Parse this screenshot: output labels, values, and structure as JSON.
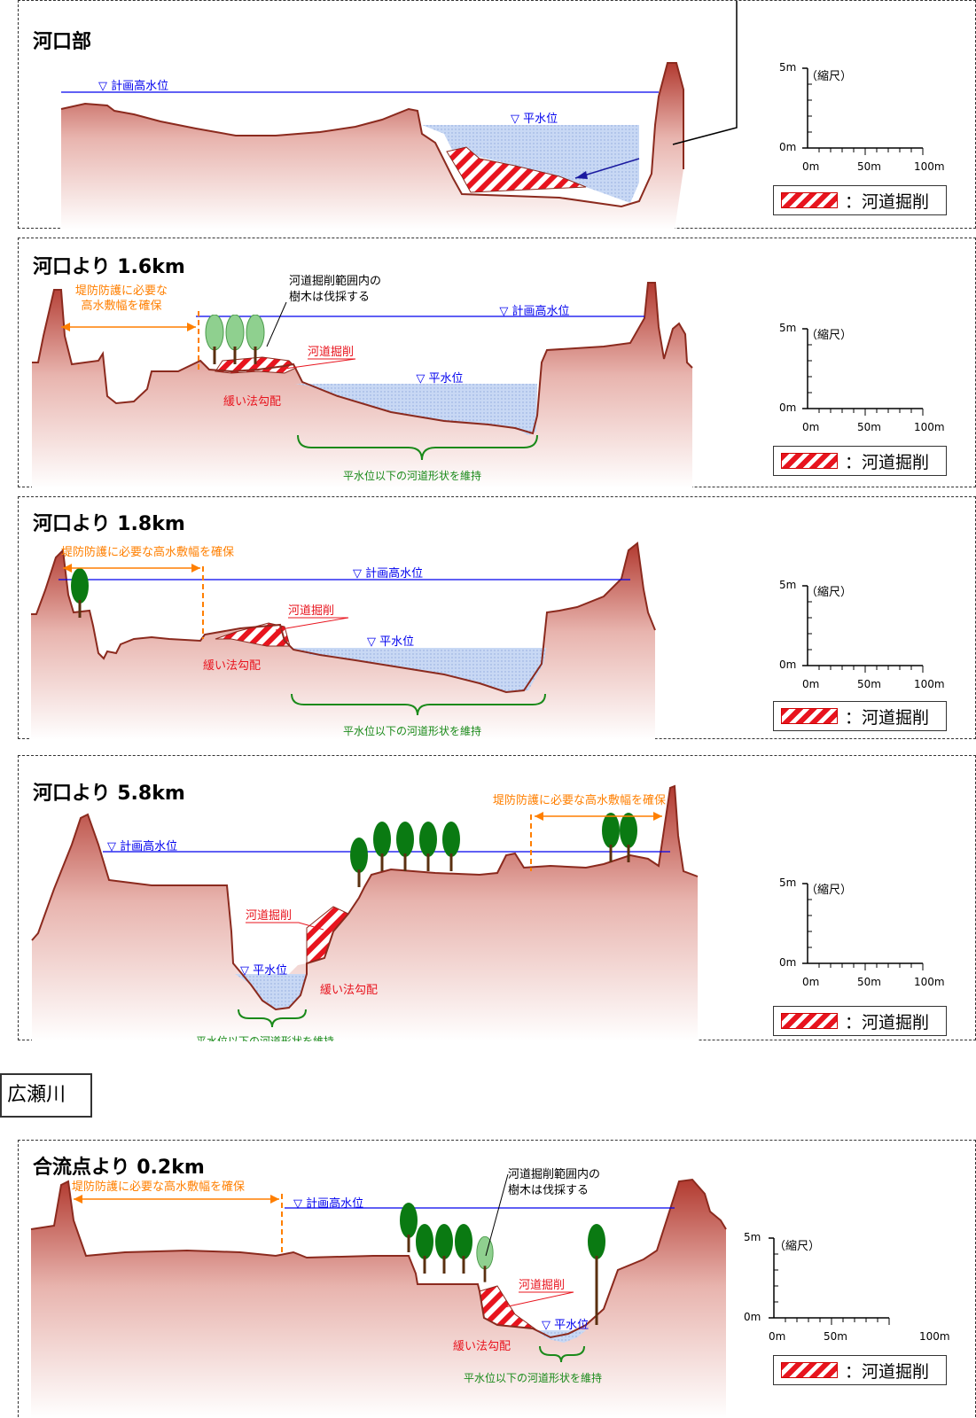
{
  "panels": [
    {
      "title": "河口部",
      "labels": {
        "hwl": "▽ 計画高水位",
        "nwl": "▽ 平水位"
      }
    },
    {
      "title": "河口より 1.6km",
      "labels": {
        "hwl": "▽ 計画高水位",
        "nwl": "▽ 平水位",
        "excav": "河道掘削",
        "slope": "緩い法勾配",
        "keep": "平水位以下の河道形状を維持",
        "tree1": "河道掘削範囲内の",
        "tree2": "樹木は伐採する",
        "secure1": "堤防防護に必要な",
        "secure2": "高水敷幅を確保"
      }
    },
    {
      "title": "河口より 1.8km",
      "labels": {
        "hwl": "▽ 計画高水位",
        "nwl": "▽ 平水位",
        "excav": "河道掘削",
        "slope": "緩い法勾配",
        "keep": "平水位以下の河道形状を維持",
        "secure": "堤防防護に必要な高水敷幅を確保"
      }
    },
    {
      "title": "河口より 5.8km",
      "labels": {
        "hwl": "▽ 計画高水位",
        "nwl": "▽ 平水位",
        "excav": "河道掘削",
        "slope": "緩い法勾配",
        "keep": "平水位以下の河道形状を維持",
        "secure": "堤防防護に必要な高水敷幅を確保"
      }
    },
    {
      "title": "合流点より 0.2km",
      "labels": {
        "hwl": "▽ 計画高水位",
        "nwl": "▽ 平水位",
        "excav": "河道掘削",
        "slope": "緩い法勾配",
        "keep": "平水位以下の河道形状を維持",
        "secure": "堤防防護に必要な高水敷幅を確保",
        "tree1": "河道掘削範囲内の",
        "tree2": "樹木は伐採する"
      }
    }
  ],
  "river_label": "広瀬川",
  "scale": {
    "label": "（縮尺）",
    "v_top": "5m",
    "v_bottom": "0m",
    "h0": "0m",
    "h1": "50m",
    "h2": "100m"
  },
  "legend_text": "：河道掘削",
  "colors": {
    "hwl_line": "#0000ee",
    "excavation": "#e8141e",
    "annotation_orange": "#ff7f00",
    "annotation_green": "#1a8a1a",
    "ground": "#8b2a1e",
    "water": "#c8d8f4",
    "tree": "#0a7a12"
  }
}
